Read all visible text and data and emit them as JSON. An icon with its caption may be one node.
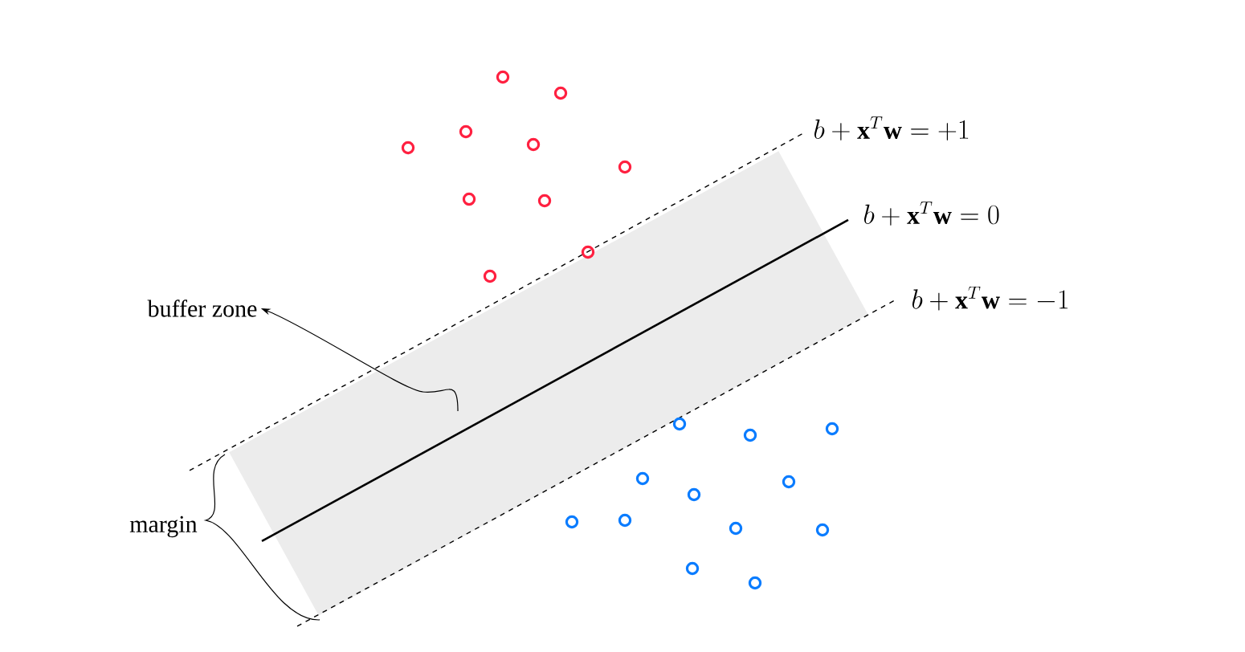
{
  "diagram": {
    "nodes": [
      {
        "text": [
          "buffer zone"
        ]
      },
      {
        "text": [],
        "shape": "band"
      }
    ],
    "edges": [
      {
        "from": 1,
        "to": 0,
        "arrow": "to"
      }
    ],
    "labels": [
      "b+\\mathbf{x}^T\\mathbf{w}=+1",
      "b+\\mathbf{x}^T\\mathbf{w}=0",
      "b+\\mathbf{x}^T\\mathbf{w}=-1",
      "margin"
    ]
  }
}
